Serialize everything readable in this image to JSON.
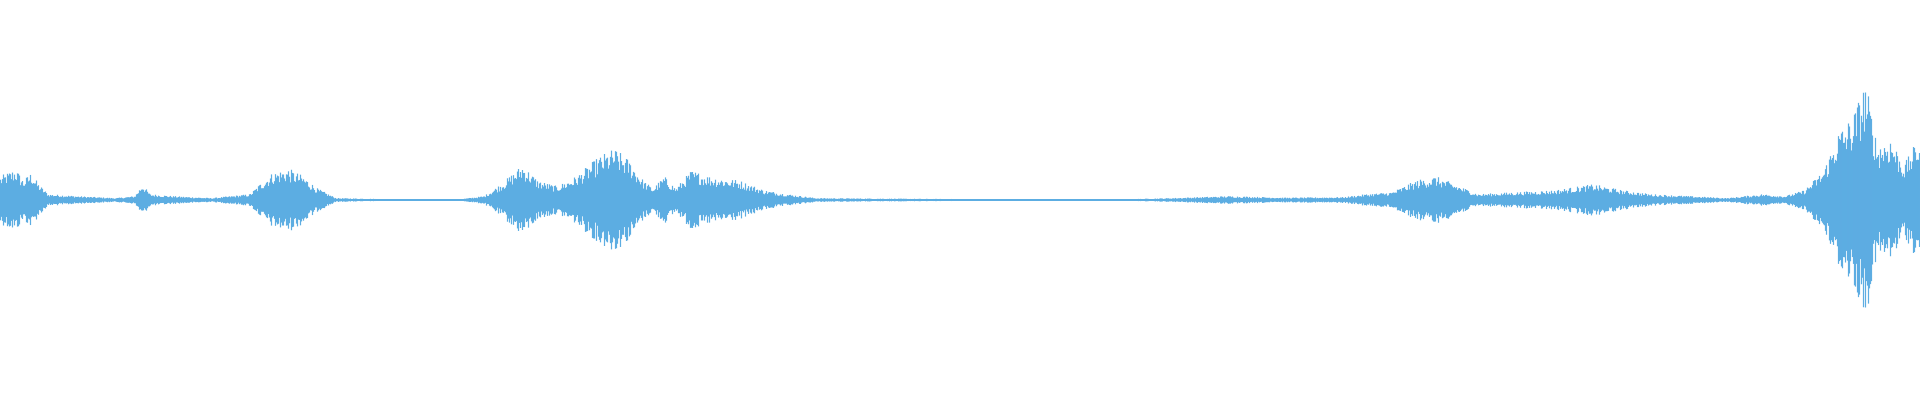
{
  "waveform": {
    "color": "#5dade2",
    "background": "#ffffff",
    "duration_fraction_note": "",
    "envelope": [
      [
        0.0,
        0.12
      ],
      [
        0.008,
        0.16
      ],
      [
        0.012,
        0.1
      ],
      [
        0.016,
        0.14
      ],
      [
        0.02,
        0.08
      ],
      [
        0.025,
        0.03
      ],
      [
        0.04,
        0.02
      ],
      [
        0.06,
        0.01
      ],
      [
        0.07,
        0.02
      ],
      [
        0.074,
        0.08
      ],
      [
        0.078,
        0.03
      ],
      [
        0.09,
        0.02
      ],
      [
        0.11,
        0.01
      ],
      [
        0.13,
        0.03
      ],
      [
        0.137,
        0.1
      ],
      [
        0.142,
        0.14
      ],
      [
        0.15,
        0.16
      ],
      [
        0.158,
        0.12
      ],
      [
        0.165,
        0.06
      ],
      [
        0.175,
        0.01
      ],
      [
        0.2,
        0.005
      ],
      [
        0.24,
        0.005
      ],
      [
        0.252,
        0.02
      ],
      [
        0.262,
        0.09
      ],
      [
        0.272,
        0.18
      ],
      [
        0.28,
        0.1
      ],
      [
        0.29,
        0.07
      ],
      [
        0.3,
        0.12
      ],
      [
        0.312,
        0.22
      ],
      [
        0.32,
        0.26
      ],
      [
        0.328,
        0.2
      ],
      [
        0.335,
        0.1
      ],
      [
        0.34,
        0.06
      ],
      [
        0.346,
        0.12
      ],
      [
        0.352,
        0.06
      ],
      [
        0.36,
        0.15
      ],
      [
        0.37,
        0.12
      ],
      [
        0.385,
        0.1
      ],
      [
        0.398,
        0.05
      ],
      [
        0.41,
        0.03
      ],
      [
        0.425,
        0.01
      ],
      [
        0.45,
        0.008
      ],
      [
        0.5,
        0.005
      ],
      [
        0.55,
        0.004
      ],
      [
        0.59,
        0.005
      ],
      [
        0.61,
        0.01
      ],
      [
        0.64,
        0.02
      ],
      [
        0.67,
        0.012
      ],
      [
        0.7,
        0.015
      ],
      [
        0.712,
        0.03
      ],
      [
        0.725,
        0.04
      ],
      [
        0.738,
        0.1
      ],
      [
        0.748,
        0.12
      ],
      [
        0.758,
        0.08
      ],
      [
        0.77,
        0.03
      ],
      [
        0.79,
        0.04
      ],
      [
        0.81,
        0.05
      ],
      [
        0.83,
        0.08
      ],
      [
        0.845,
        0.05
      ],
      [
        0.86,
        0.03
      ],
      [
        0.88,
        0.02
      ],
      [
        0.9,
        0.01
      ],
      [
        0.918,
        0.03
      ],
      [
        0.93,
        0.02
      ],
      [
        0.94,
        0.05
      ],
      [
        0.95,
        0.15
      ],
      [
        0.958,
        0.35
      ],
      [
        0.965,
        0.42
      ],
      [
        0.972,
        0.6
      ],
      [
        0.978,
        0.28
      ],
      [
        0.985,
        0.32
      ],
      [
        0.992,
        0.18
      ],
      [
        1.0,
        0.32
      ]
    ]
  }
}
